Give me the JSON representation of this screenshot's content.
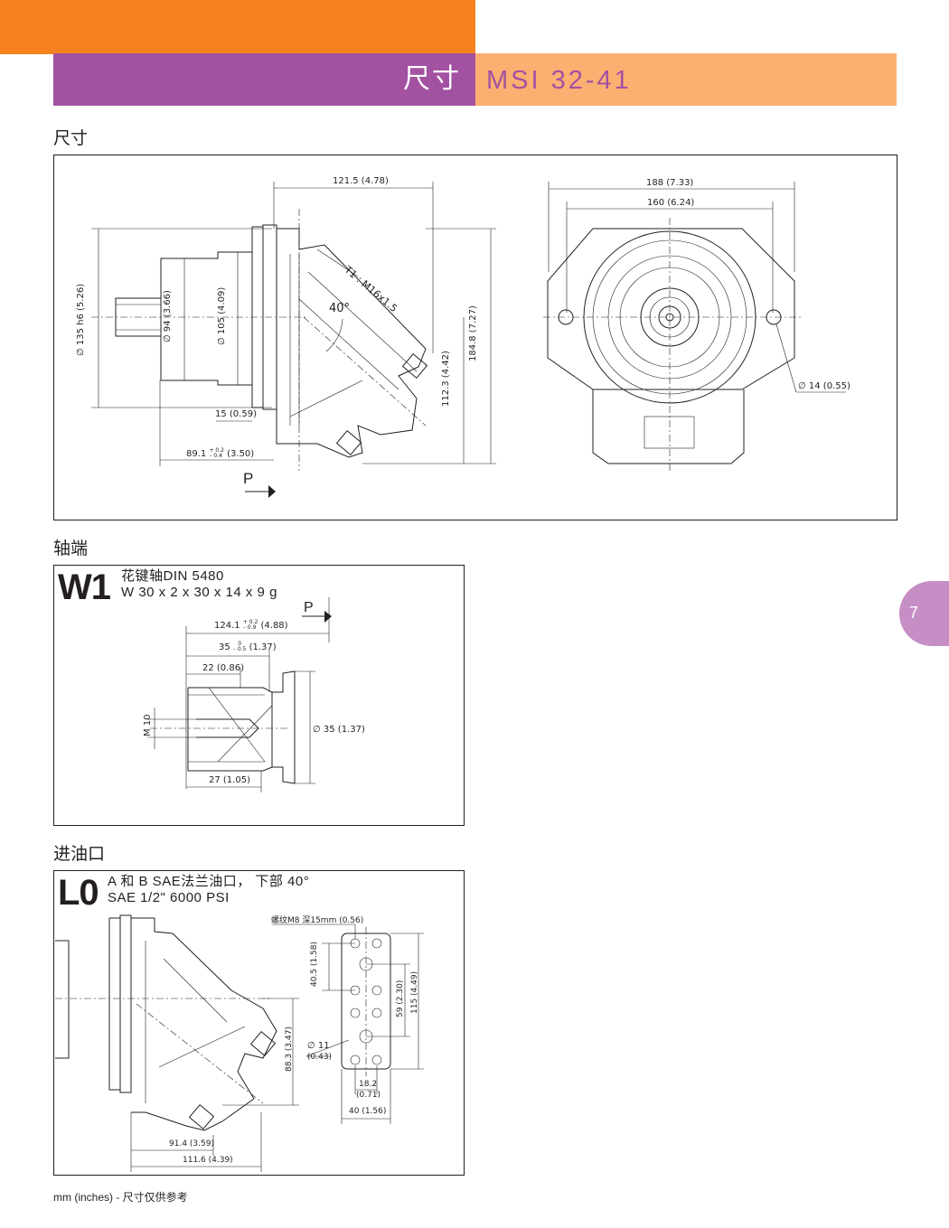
{
  "header": {
    "title_cn": "尺寸",
    "model": "MSI 32-41"
  },
  "section_dimensions": {
    "heading": "尺寸",
    "labels": {
      "d_121_5": "121.5 (4.78)",
      "t1": "T1 : M16x1.5",
      "angle": "40°",
      "d_135": "∅ 135 h6 (5.26)",
      "d_94": "∅ 94 (3.66)",
      "d_105": "∅ 105 (4.09)",
      "d_112_3": "112.3 (4.42)",
      "d_184_8": "184.8 (7.27)",
      "d_15": "15 (0.59)",
      "d_89_1": "89.1",
      "d_89_1_tol_up": "+ 0.2",
      "d_89_1_tol_low": "– 0.4",
      "d_89_1_in": "(3.50)",
      "p": "P",
      "d_188": "188 (7.33)",
      "d_160": "160 (6.24)",
      "d_14": "∅ 14 (0.55)"
    }
  },
  "section_shaft": {
    "heading": "轴端",
    "code": "W1",
    "line1": "花键轴DIN 5480",
    "line2": "W 30 x 2 x 30 x 14 x 9 g",
    "labels": {
      "p": "P",
      "d_124_1": "124.1",
      "d_124_1_tol_up": "+ 0.2",
      "d_124_1_tol_low": "– 0.9",
      "d_124_1_in": "(4.88)",
      "d_35": "35",
      "d_35_tol_up": "0",
      "d_35_tol_low": "– 0.5",
      "d_35_in": "(1.37)",
      "d_22": "22 (0.86)",
      "m10": "M 10",
      "d_dia35": "∅ 35 (1.37)",
      "d_27": "27 (1.05)"
    }
  },
  "section_inlet": {
    "heading": "进油口",
    "code": "L0",
    "line1": "A 和 B SAE法兰油口， 下部 40°",
    "line2": "SAE 1/2\" 6000 PSI",
    "labels": {
      "thread": "螺纹M8 深15mm (0.56)",
      "d_40_5": "40.5 (1.58)",
      "d_59": "59 (2.30)",
      "d_115": "115 (4.49)",
      "d_11": "∅ 11",
      "d_11_in": "(0.43)",
      "d_88_3": "88.3 (3.47)",
      "d_18_2": "18.2",
      "d_18_2_in": "(0.71)",
      "d_40": "40 (1.56)",
      "d_91_4": "91.4 (3.59)",
      "d_111_6": "111.6 (4.39)"
    }
  },
  "page_number": "7",
  "footnote": "mm (inches) - 尺寸仅供参考"
}
